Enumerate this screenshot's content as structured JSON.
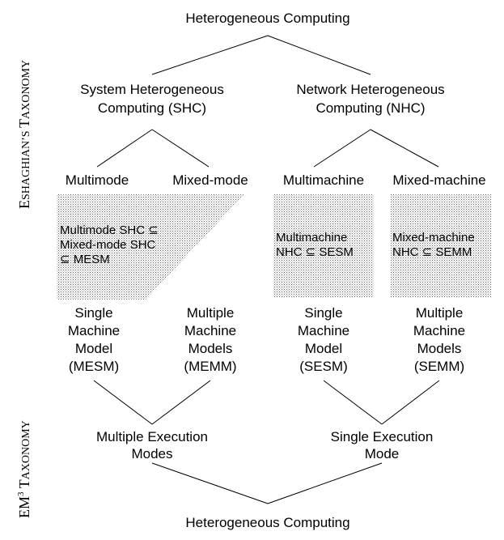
{
  "side_labels": {
    "top": {
      "initial": "E",
      "rest": "SHAGHIAN’S ",
      "initial2": "T",
      "rest2": "AXONOMY"
    },
    "bottom": {
      "pre": "EM",
      "sup": "3",
      "mid": " ",
      "initial": "T",
      "rest": "AXONOMY"
    }
  },
  "top_root": "Heterogeneous Computing",
  "shc": {
    "line1": "System Heterogeneous",
    "line2": "Computing (SHC)"
  },
  "nhc": {
    "line1": "Network Heterogeneous",
    "line2": "Computing (NHC)"
  },
  "leaves": {
    "multimode": "Multimode",
    "mixed_mode": "Mixed-mode",
    "multimachine": "Multimachine",
    "mixed_machine": "Mixed-machine"
  },
  "boxes": {
    "shc_box": {
      "line1": "Multimode SHC ⊆",
      "line2": "Mixed-mode SHC",
      "line3": "⊆ MESM"
    },
    "multimachine_box": {
      "line1": "Multimachine",
      "line2": "NHC ⊆ SESM"
    },
    "mixedmachine_box": {
      "line1": "Mixed-machine",
      "line2": "NHC ⊆ SEMM"
    }
  },
  "models": {
    "mesm": [
      "Single",
      "Machine",
      "Model",
      "(MESM)"
    ],
    "memm": [
      "Multiple",
      "Machine",
      "Models",
      "(MEMM)"
    ],
    "sesm": [
      "Single",
      "Machine",
      "Model",
      "(SESM)"
    ],
    "semm": [
      "Multiple",
      "Machine",
      "Models",
      "(SEMM)"
    ]
  },
  "modes": {
    "multiple": {
      "line1": "Multiple Execution",
      "line2": "Modes"
    },
    "single": {
      "line1": "Single Execution",
      "line2": "Mode"
    }
  },
  "bottom_root": "Heterogeneous Computing",
  "colors": {
    "shade": "#d0d0d0",
    "line": "#000000"
  }
}
